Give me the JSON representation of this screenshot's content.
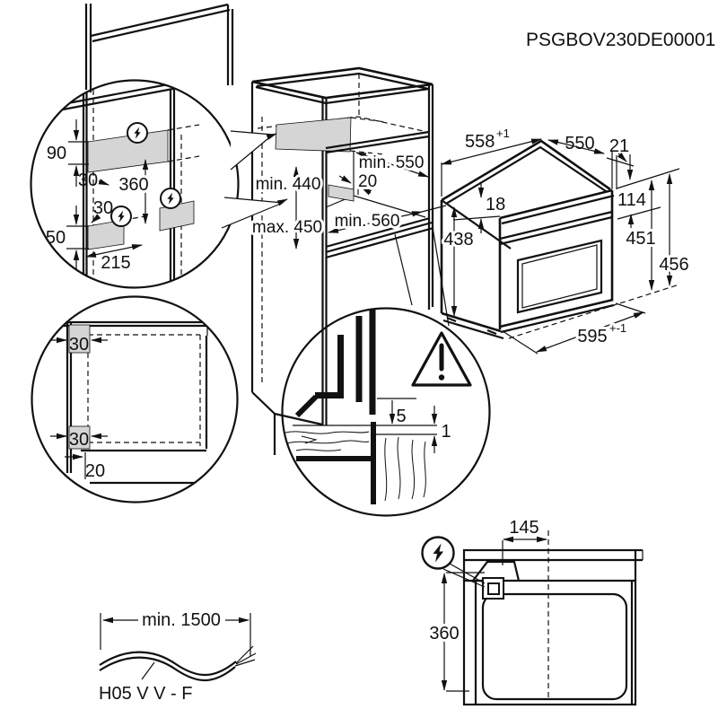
{
  "title": "PSGBOV230DE00001",
  "icons": {
    "electrical": "lightning-bolt-circle",
    "caution": "warning-triangle"
  },
  "detail_wall": {
    "d90": "90",
    "d30a": "30",
    "d360": "360",
    "d30b": "30",
    "d50": "50",
    "d215": "215"
  },
  "cabinet": {
    "min550": "min. 550",
    "d20": "20",
    "min440": "min. 440",
    "max450": "max. 450",
    "min560": "min. 560"
  },
  "oven": {
    "w558": "558",
    "w558_tol": "+1",
    "d550": "550",
    "d21": "21",
    "t18": "18",
    "h438": "438",
    "p114": "114",
    "h451": "451",
    "h456": "456",
    "w595": "595",
    "w595_tol": "+-1"
  },
  "detail_corner": {
    "d30_top": "30",
    "d30_bottom": "30",
    "d20": "20"
  },
  "detail_gap": {
    "d5": "5",
    "d1": "1"
  },
  "cable": {
    "length": "min. 1500",
    "type": "H05 V V - F"
  },
  "top_view": {
    "d145": "145",
    "d360": "360"
  }
}
